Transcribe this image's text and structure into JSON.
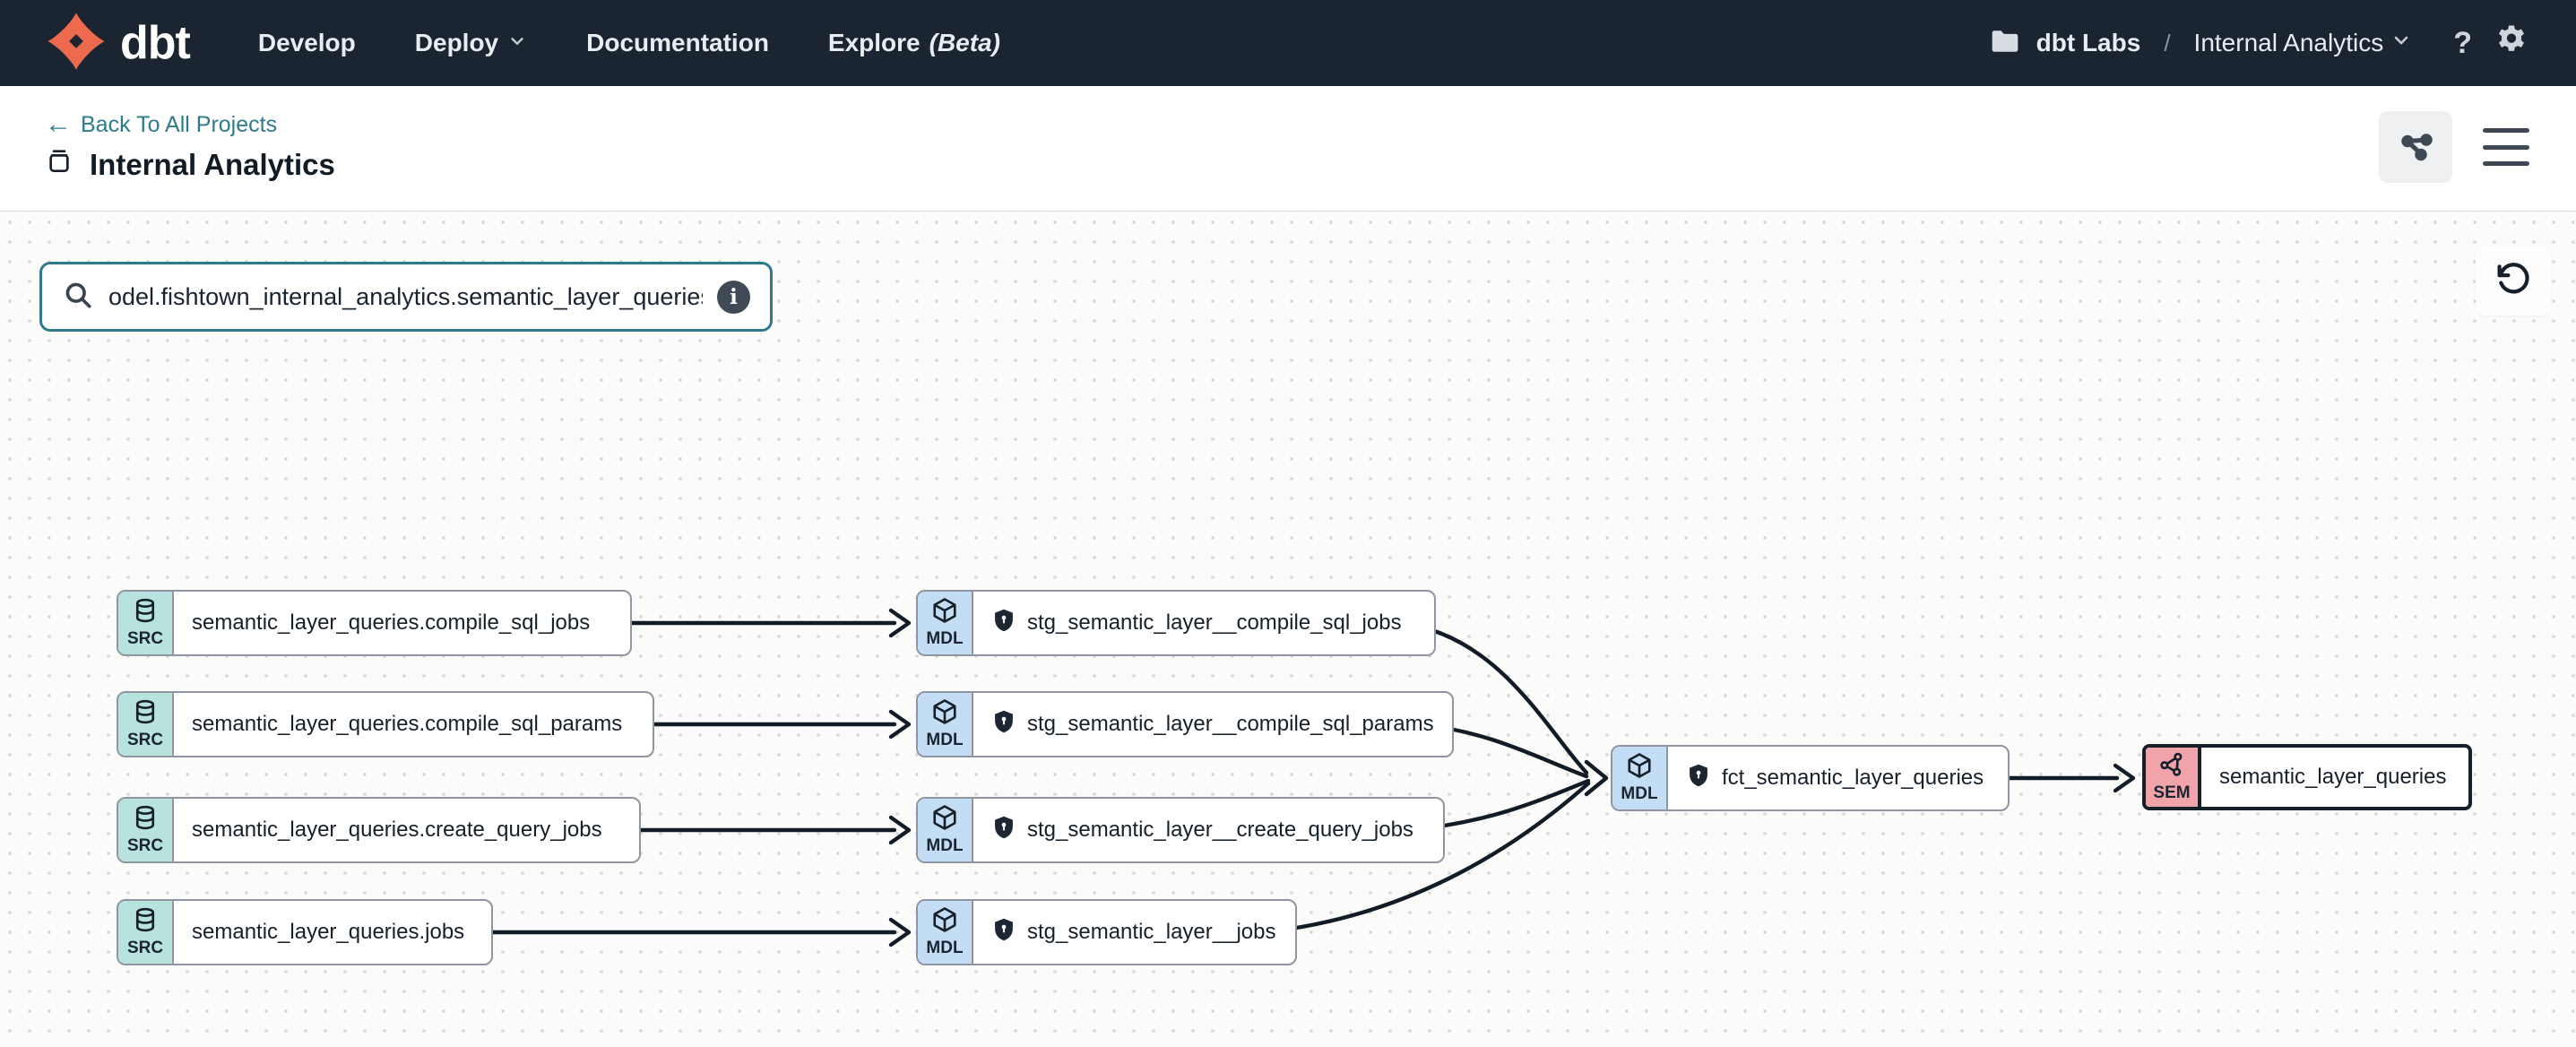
{
  "colors": {
    "nav_background": "#1b2531",
    "brand_orange": "#ed6a4e",
    "link_teal": "#2d7b8c",
    "search_border_teal": "#2c7a8b",
    "src_badge": "#b7e2dd",
    "mdl_badge": "#c3def4",
    "sem_badge": "#f1a3aa",
    "edge_color": "#121c26"
  },
  "nav": {
    "logo_text": "dbt",
    "items": [
      {
        "label": "Develop"
      },
      {
        "label": "Deploy",
        "has_dropdown": true
      },
      {
        "label": "Documentation"
      },
      {
        "label": "Explore",
        "beta": "(Beta)"
      }
    ],
    "account_org": "dbt Labs",
    "breadcrumb_separator": "/",
    "account_project": "Internal Analytics",
    "help_label": "?"
  },
  "header": {
    "back_link": "Back To All Projects",
    "back_arrow": "←",
    "title": "Internal Analytics"
  },
  "toolbar": {
    "search_value": "odel.fishtown_internal_analytics.semantic_layer_queries",
    "info_label": "i"
  },
  "graph": {
    "nodes": [
      {
        "badge": "SRC",
        "label": "semantic_layer_queries.compile_sql_jobs"
      },
      {
        "badge": "SRC",
        "label": "semantic_layer_queries.compile_sql_params"
      },
      {
        "badge": "SRC",
        "label": "semantic_layer_queries.create_query_jobs"
      },
      {
        "badge": "SRC",
        "label": "semantic_layer_queries.jobs"
      },
      {
        "badge": "MDL",
        "label": "stg_semantic_layer__compile_sql_jobs",
        "protected": true
      },
      {
        "badge": "MDL",
        "label": "stg_semantic_layer__compile_sql_params",
        "protected": true
      },
      {
        "badge": "MDL",
        "label": "stg_semantic_layer__create_query_jobs",
        "protected": true
      },
      {
        "badge": "MDL",
        "label": "stg_semantic_layer__jobs",
        "protected": true
      },
      {
        "badge": "MDL",
        "label": "fct_semantic_layer_queries",
        "protected": true
      },
      {
        "badge": "SEM",
        "label": "semantic_layer_queries",
        "selected": true
      }
    ],
    "edges": [
      {
        "from": "semantic_layer_queries.compile_sql_jobs",
        "to": "stg_semantic_layer__compile_sql_jobs"
      },
      {
        "from": "semantic_layer_queries.compile_sql_params",
        "to": "stg_semantic_layer__compile_sql_params"
      },
      {
        "from": "semantic_layer_queries.create_query_jobs",
        "to": "stg_semantic_layer__create_query_jobs"
      },
      {
        "from": "semantic_layer_queries.jobs",
        "to": "stg_semantic_layer__jobs"
      },
      {
        "from": "stg_semantic_layer__compile_sql_jobs",
        "to": "fct_semantic_layer_queries"
      },
      {
        "from": "stg_semantic_layer__compile_sql_params",
        "to": "fct_semantic_layer_queries"
      },
      {
        "from": "stg_semantic_layer__create_query_jobs",
        "to": "fct_semantic_layer_queries"
      },
      {
        "from": "stg_semantic_layer__jobs",
        "to": "fct_semantic_layer_queries"
      },
      {
        "from": "fct_semantic_layer_queries",
        "to": "semantic_layer_queries"
      }
    ]
  }
}
